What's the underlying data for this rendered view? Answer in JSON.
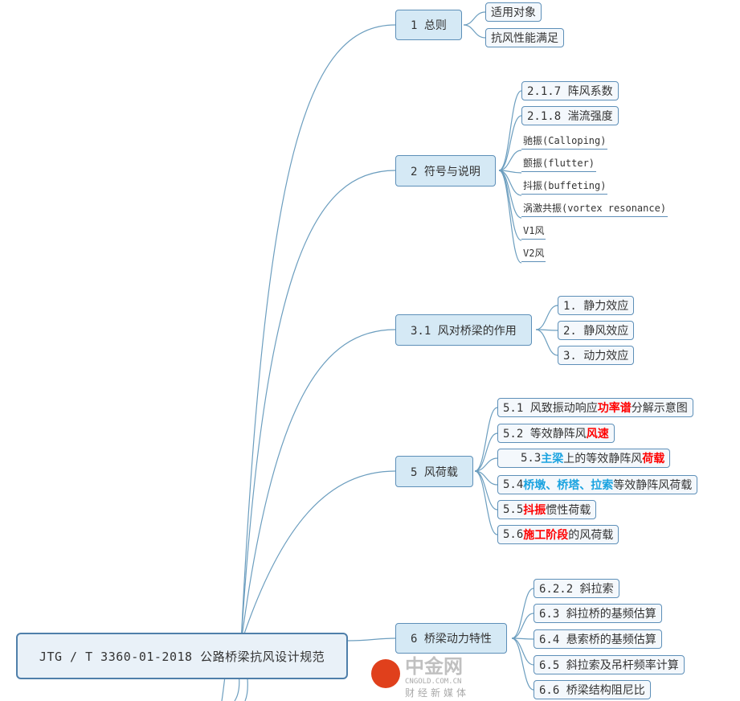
{
  "root": "JTG / T 3360-01-2018   公路桥梁抗风设计规范",
  "branches": [
    {
      "label": "1 总则",
      "children": [
        "适用对象",
        "抗风性能满足"
      ]
    },
    {
      "label": "2 符号与说明",
      "children": [
        "2.1.7 阵风系数",
        "2.1.8 湍流强度",
        "驰振(Calloping)",
        "颤振(flutter)",
        "抖振(buffeting)",
        "涡激共振(vortex resonance)",
        "V1风",
        "V2风"
      ]
    },
    {
      "label": "3.1 风对桥梁的作用",
      "children": [
        "1. 静力效应",
        "2. 静风效应",
        "3. 动力效应"
      ]
    },
    {
      "label": "5 风荷载",
      "children": [
        {
          "a": "5.1 风致振动响应",
          "b": "功率谱",
          "c": "分解示意图"
        },
        {
          "a": "5.2 等效静阵风",
          "b": "风速"
        },
        {
          "a": "  5.3 ",
          "b": "主梁",
          "c": "上的等效静阵风",
          "d": "荷载"
        },
        {
          "a": "5.4 ",
          "b": "桥墩、桥塔、拉索",
          "c": "等效静阵风荷载"
        },
        {
          "a": "5.5 ",
          "b": "抖振",
          "c": "惯性荷载"
        },
        {
          "a": "5.6 ",
          "b": "施工阶段",
          "c": "的风荷载"
        }
      ]
    },
    {
      "label": "6 桥梁动力特性",
      "children": [
        "6.2.2 斜拉索",
        "6.3 斜拉桥的基频估算",
        "6.4 悬索桥的基频估算",
        "6.5 斜拉索及吊杆频率计算",
        "6.6 桥梁结构阻尼比"
      ]
    }
  ],
  "watermark": {
    "name": "中金网",
    "url": "CNGOLD.COM.CN",
    "tagline": "财经新媒体"
  },
  "colors": {
    "line": "#6c9ebf",
    "red": "#ff0000",
    "blue": "#1aa3e0"
  }
}
